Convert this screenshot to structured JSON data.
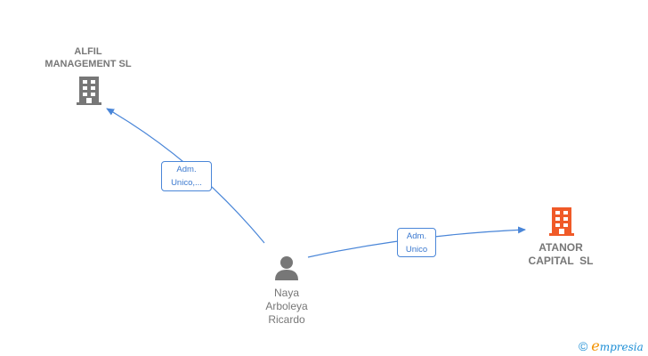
{
  "nodes": {
    "alfil": {
      "line1": "ALFIL",
      "line2": "MANAGEMENT SL",
      "icon": "building-icon",
      "color": "#777777"
    },
    "atanor": {
      "line1": "ATANOR",
      "line2": "CAPITAL  SL",
      "icon": "building-icon",
      "color": "#f05a28"
    },
    "person": {
      "line1": "Naya",
      "line2": "Arboleya",
      "line3": "Ricardo",
      "icon": "person-icon",
      "color": "#777777"
    }
  },
  "edges": [
    {
      "from": "person",
      "to": "alfil",
      "label_line1": "Adm.",
      "label_line2": "Unico,..."
    },
    {
      "from": "person",
      "to": "atanor",
      "label_line1": "Adm.",
      "label_line2": "Unico"
    }
  ],
  "colors": {
    "edge": "#4a86d8",
    "brand_e": "#f39200",
    "brand": "#1e8fd6"
  },
  "footer": {
    "copyright": "©",
    "brand_initial": "e",
    "brand_rest": "mpresia"
  }
}
